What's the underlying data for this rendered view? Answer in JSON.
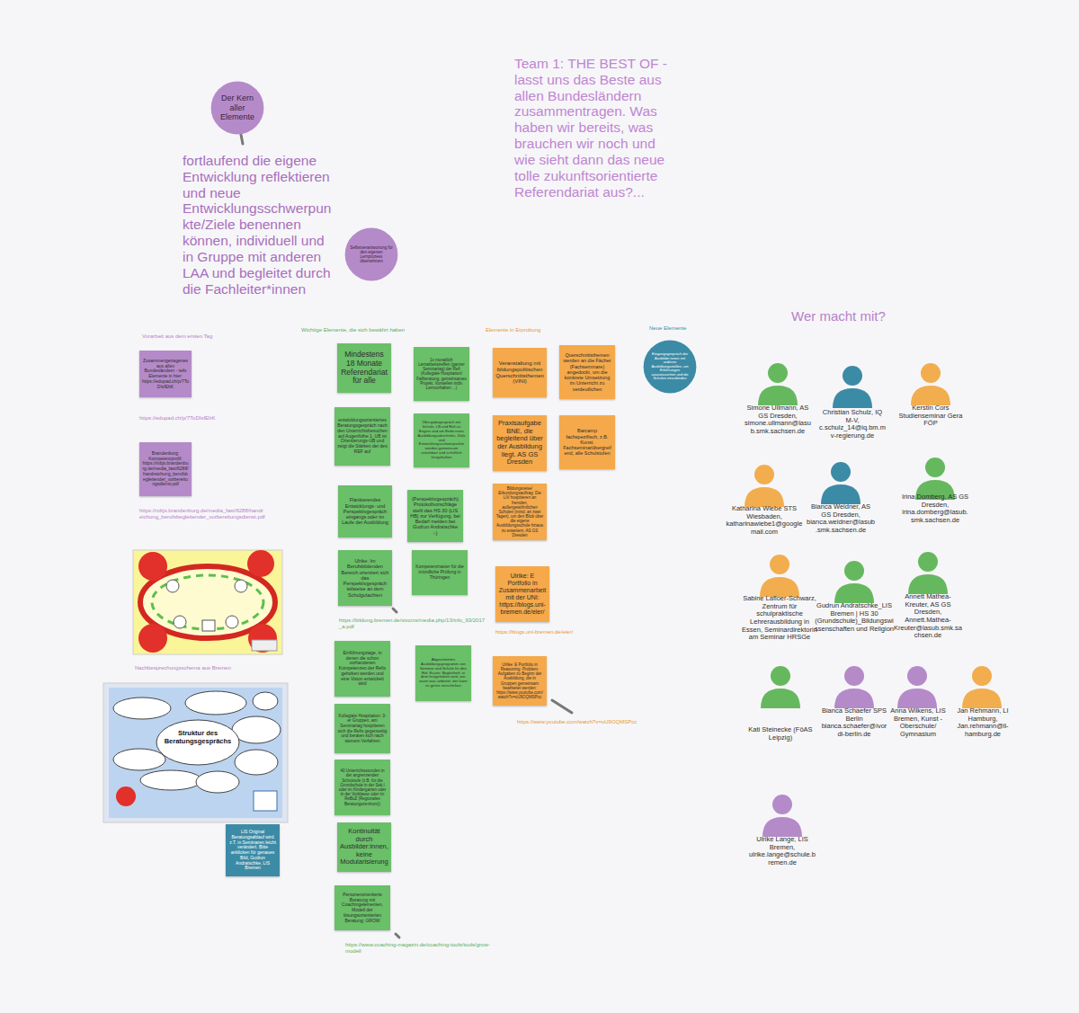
{
  "diagram": {
    "title": "Team 1: THE BEST OF - lasst uns das Beste aus allen Bundesländern zusammentragen. Was haben wir bereits, was brauchen wir noch und wie sieht dann das neue tolle zukunftsorientierte Referendariat aus?...",
    "nodes": [
      {
        "text": [
          "Der Kern aller Elemente"
        ]
      },
      {
        "text": [
          "Selbstverantwortung für den eigenen Lernprozess übernehmen"
        ]
      },
      {
        "text": [
          "Zusammengetragenes aus allen Bundesländern - teils Elemente in hier: https://edupad.ch/p/7ToDIsfEhK"
        ]
      },
      {
        "text": [
          "Brandenburg: Kompetenzprofil: https://mbjs.brandenburg.de/media_fast/6288/handreichung_berufsbegleitender_vorbereitungsdienst.pdf"
        ]
      },
      {
        "text": [
          "LIS Original Beratungsablauf wird z.T. in Seminaren leicht verändert. Bitte anklicken für genaues Bild, Gudrun Andratschke, LIS Bremen"
        ]
      },
      {
        "text": [
          "Mindestens 18 Monate Referendariat für alle"
        ]
      },
      {
        "text": [
          "entwicklungsorientiertes Beratungsgespräch nach den Unterrichtsbesuchen auf Augenhöhe 1. UB ist Orientierungs-UB und zeigt die Stärken der des REF auf"
        ]
      },
      {
        "text": [
          "Flankierendes Entwicklungs- und Perspektivgespräch eingangs oder im Laufe der Ausbildung"
        ]
      },
      {
        "text": [
          "Ulrike: Im Berufsbildenden Bereich orientiert sich das Perspektivgespräch teilweise an dem Schulgutachten"
        ]
      },
      {
        "text": [
          "Einführungstage, in denen die schon vorhandenen Kompetenzen der Refis gehoben werden und eine Vision entwickelt wird"
        ]
      },
      {
        "text": [
          "Kollegiale Hospitation: 3-er Gruppen, am Seminartag hospitieren sich die Refis gegenseitig und beraten sich nach stemem Verfahren"
        ]
      },
      {
        "text": [
          "40 Unterrichtsstunden in der angrenzenden Schulstufe (z.B. für die Grundschule in der Sek.I oder im Kindergarten oder in der Vorklasse oder im ReBuZ (Regionales Beratungszentrum))"
        ]
      },
      {
        "text": [
          "Kontinuität durch Ausbilder:innen, keine Modularisierung"
        ]
      },
      {
        "text": [
          "Personenorientierte Beratung mit Coachingelementen, Modell der lösungsorientierten Beratung: GROW"
        ]
      },
      {
        "text": [
          "1x monatlich Lernarbeitstreffen (ganzer Seminartag) der Refi (Kollegiale Hospitation/ Fallberatung, gemeinsames Projekt, Vorstellen indiv. Lernvorhaben ...)"
        ]
      },
      {
        "text": [
          "Übergabegespräch mit Schule, LB und Refi zu Beginn und am Ende eines Ausbildungsabschnitts; Ziele und Entwicklungsschwerpunkte werden gemeinsam vereinbart und schriftlich festgehalten"
        ]
      },
      {
        "text": [
          "(Perspektivgespräch) Protokollvorschläge stellt das HS 30 (LIS HB) zur Verfügung, bei Bedarf melden bei Gudrun Andratschke :-)"
        ]
      },
      {
        "text": [
          "Kompetenzraster für die mündliche Prüfung in Thüringen"
        ]
      },
      {
        "text": [
          "Abgestimmtes Ausbildungsprogramm von Seminar und Schule für den Ref. Essen: Begleitheft, in dem festgehalten wird, wer wann was anbietet, der kann es gerne verschicken"
        ]
      },
      {
        "text": [
          "Veranstaltung mit bildungspolitischen Querschnittsthemen (VINI)"
        ]
      },
      {
        "text": [
          "Praxisaufgabe BNE, die begleitend über der Ausbildung liegt. AS GS Dresden"
        ]
      },
      {
        "text": [
          "Bildungsreise/ Erkundungsauftrag: Die LIV hospitieren an fremden, außergewöhnlichen Schulen (mind. an zwei Tagen), um den Blick über die eigene Ausbildungsschule hinaus zu erweitern, AS GS Dresden"
        ]
      },
      {
        "text": [
          "Ulrike: E Portfolio in Zusammenarbeit mit der UNI: https://blogs.uni-bremen.de/eier/"
        ]
      },
      {
        "text": [
          "Ulrike: E Portfolio in Reasoning: Problem-Aufgaben zu Beginn der Ausbildung, die in Gruppen gemeinsam bearbeitet werden: https://www.youtube.com/watch?v=oU9OQMSPcc"
        ]
      },
      {
        "text": [
          "Querschnittsthemen werden an die Fächer (Fachseminare) angedockt, um die konkrete Umsetzung im Unterricht zu verdeutlichen"
        ]
      },
      {
        "text": [
          "Barcamp fachspezifisch, z.B. Kunst. Fachseminarübergreifend, alle Schulstufen"
        ]
      },
      {
        "text": [
          "Eingangsgespräch der Ausbilder:innen mit anderen Ausbildungsstellen, um Erfahrungen auszutauschen und die Schulen einzubinden"
        ]
      }
    ],
    "labels": [
      "fortlaufend die eigene Entwicklung reflektieren und neue Entwicklungsschwerpunkte/Ziele benennen können, individuell und in Gruppe mit anderen LAA und begleitet durch die Fachleiter*innen",
      "Vorarbeit aus dem ersten Tag",
      "Wichtige Elemente, die sich bewährt haben",
      "Elemente in Erprobung",
      "Neue Elemente",
      "Wer macht mit?",
      "https://edupad.ch/p/7ToDIsfEhK",
      "https://mbjs.brandenburg.de/media_fast/6288/handreichung_berufsbegleitender_vorbereitungsdienst.pdf",
      "Nachbesprechungsschema aus Bremen",
      "Struktur des Beratungsgesprächs",
      "https://bildung.bremen.de/sixcms/media.php/13/info_93/2017_a.pdf",
      "https://blogs.uni-bremen.de/eier/",
      "https://www.youtube.com/watch?v=oU9OQMSPcc",
      "https://www.coaching-magazin.de/coaching-tools/tools/grow-modell",
      "Simone Ullmann, AS GS Dresden, simone.ullmann@lasub.smk.sachsen.de",
      "Christian Schulz, IQ M-V, c.schulz_14@iq.bm.mv-regierung.de",
      "Kerstin Cors Studienseminar Gera FÖP",
      "Katharina Wiebe STS Wiesbaden, katharinawiebe1@googlemail.com",
      "Bianca Weidner, AS GS Dresden, bianca.weidner@lasub.smk.sachsen.de",
      "Irina Domberg, AS GS Dresden, irina.domberg@lasub.smk.sachsen.de",
      "Sabine Lafloer-Schwarz, Zentrum für schulpraktische Lehrerausbildung in Essen, Seminardirektorin am Seminar HRSGe",
      "Gudrun Andratschke_LIS Bremen | HS 30 (Grundschule)_Bildungswissenschaften und Religion",
      "Annett Mathea-Kreuter, AS GS Dresden, Annett.Mathea-Kreuter@lasub.smk.sachsen.de",
      "Kati Steinecke (FöAS Leipzig)",
      "Bianca Schaefer SPS Berlin bianca.schaefer@ivordi-berlin.de",
      "Anna Wilkens, LIS Bremen, Kunst -Oberschule/ Gymnasium",
      "Jan Rehmann, LI Hamburg, Jan.rehmann@li-hamburg.de",
      "Ulrike Lange, LIS Bremen, ulrike.lange@schule.bremen.de"
    ]
  }
}
